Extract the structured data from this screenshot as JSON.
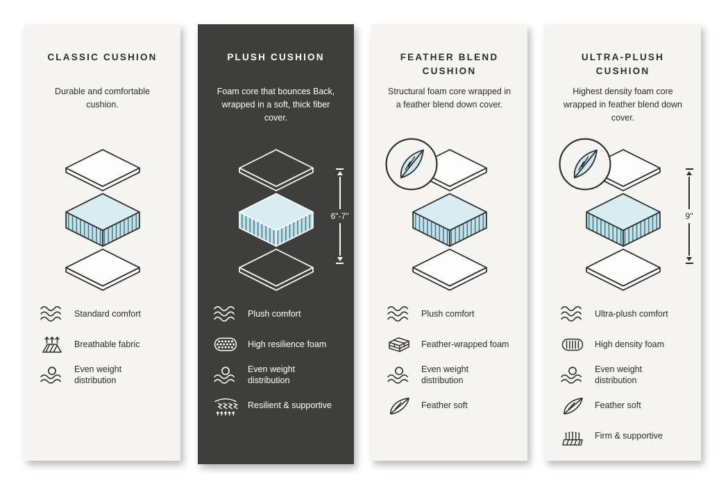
{
  "colors": {
    "card_light": "#f5f4f1",
    "card_dark": "#3e3e3c",
    "foam_top": "#d8edf2",
    "foam_side": "#c3e4ec",
    "foam_stripe": "#46707d",
    "text_dark": "#2b2b29",
    "text_light": "#ffffff"
  },
  "cards": [
    {
      "title": "CLASSIC CUSHION",
      "description": "Durable and comfortable cushion.",
      "diagram": {
        "feather_badge": false,
        "height_label": ""
      },
      "features": [
        {
          "icon": "waves-icon",
          "label": "Standard comfort"
        },
        {
          "icon": "breathable-icon",
          "label": "Breathable fabric"
        },
        {
          "icon": "weight-distribution-icon",
          "label": "Even weight distribution"
        }
      ]
    },
    {
      "title": "PLUSH CUSHION",
      "description": "Foam core that bounces Back, wrapped in a soft, thick fiber cover.",
      "diagram": {
        "feather_badge": false,
        "height_label": "6\"-7\""
      },
      "features": [
        {
          "icon": "waves-icon",
          "label": "Plush comfort"
        },
        {
          "icon": "honeycomb-icon",
          "label": "High resilience foam"
        },
        {
          "icon": "weight-distribution-icon",
          "label": "Even weight distribution"
        },
        {
          "icon": "springs-icon",
          "label": "Resilient & supportive"
        }
      ]
    },
    {
      "title": "FEATHER BLEND CUSHION",
      "description": "Structural foam core wrapped in a feather blend down cover.",
      "diagram": {
        "feather_badge": true,
        "height_label": ""
      },
      "features": [
        {
          "icon": "waves-icon",
          "label": "Plush comfort"
        },
        {
          "icon": "bricks-icon",
          "label": "Feather-wrapped foam"
        },
        {
          "icon": "weight-distribution-icon",
          "label": "Even weight distribution"
        },
        {
          "icon": "feather-icon",
          "label": "Feather soft"
        }
      ]
    },
    {
      "title": "ULTRA-PLUSH CUSHION",
      "description": "Highest density foam core wrapped in feather blend down cover.",
      "diagram": {
        "feather_badge": true,
        "height_label": "9\""
      },
      "features": [
        {
          "icon": "waves-icon",
          "label": "Ultra-plush comfort"
        },
        {
          "icon": "density-icon",
          "label": "High density foam"
        },
        {
          "icon": "weight-distribution-icon",
          "label": "Even weight distribution"
        },
        {
          "icon": "feather-icon",
          "label": "Feather soft"
        },
        {
          "icon": "firm-icon",
          "label": "Firm & supportive"
        }
      ]
    }
  ]
}
